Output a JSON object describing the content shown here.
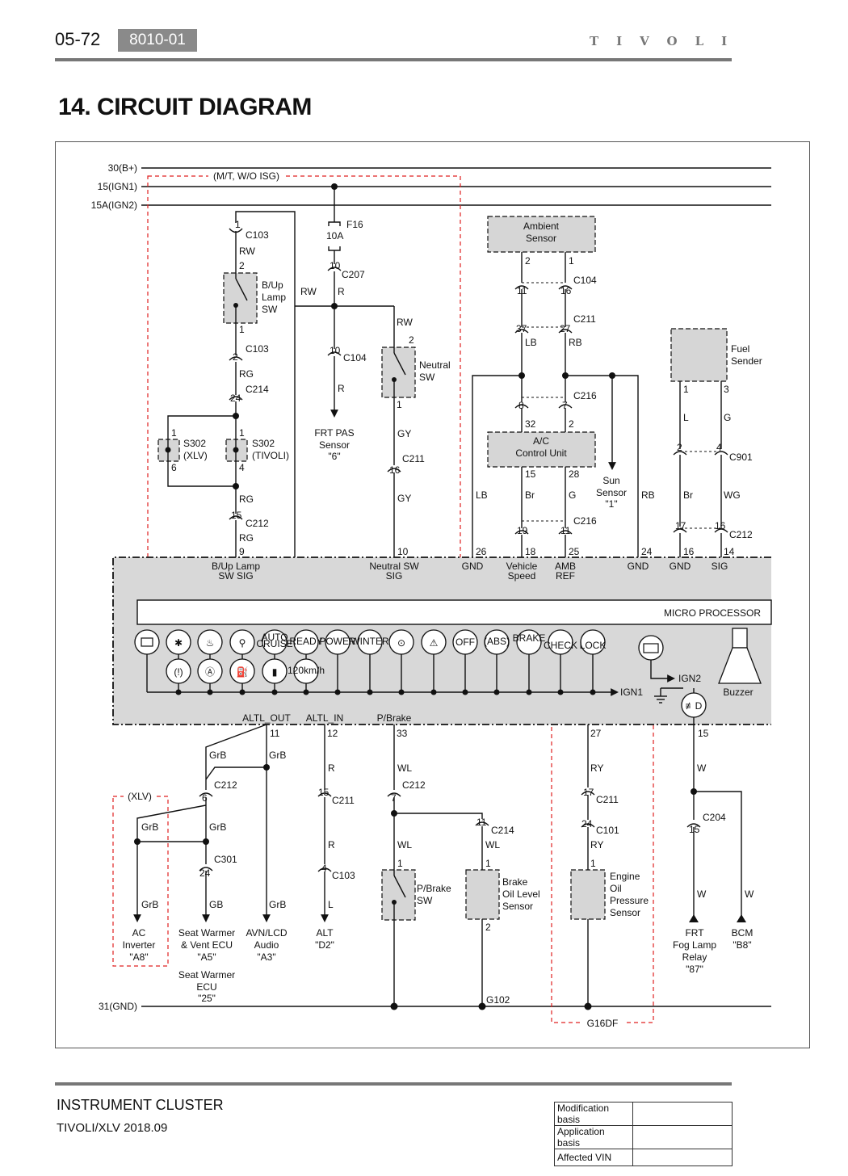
{
  "header": {
    "page_number": "05-72",
    "doc_code": "8010-01",
    "brand": "TIVOLI"
  },
  "title": "14. CIRCUIT DIAGRAM",
  "footer": {
    "section": "INSTRUMENT CLUSTER",
    "model": "TIVOLI/XLV 2018.09",
    "table": [
      {
        "label": "Modification basis",
        "value": ""
      },
      {
        "label": "Application basis",
        "value": ""
      },
      {
        "label": "Affected VIN",
        "value": ""
      }
    ]
  },
  "diagram": {
    "rails": {
      "b_plus": "30(B+)",
      "ign1": "15(IGN1)",
      "ign2": "15A(IGN2)",
      "gnd": "31(GND)"
    },
    "mt_group": "(M/T, W/O ISG)",
    "xlv_group": "(XLV)",
    "fuse": {
      "name": "F16",
      "rating": "10A"
    },
    "components": {
      "bup_lamp_sw": "B/Up Lamp SW",
      "neutral_sw": "Neutral SW",
      "ambient_sensor": "Ambient Sensor",
      "fuel_sender": "Fuel Sender",
      "ac_control": "A/C Control Unit",
      "sun_sensor": "Sun Sensor",
      "sun_sensor_pin": "\"1\"",
      "frt_pas": "FRT PAS Sensor",
      "frt_pas_pin": "\"6\"",
      "s302_xlv": "S302 (XLV)",
      "s302_tivoli": "S302 (TIVOLI)",
      "micro": "MICRO PROCESSOR",
      "buzzer": "Buzzer",
      "pbrake_sw": "P/Brake SW",
      "brake_oil": "Brake Oil Level Sensor",
      "engine_oil": "Engine Oil Pressure Sensor",
      "ac_inverter": "AC Inverter",
      "ac_inverter_pin": "\"A8\"",
      "seat_warmer_1": "Seat Warmer & Vent ECU",
      "seat_warmer_1_pin": "\"A5\"",
      "seat_warmer_2": "Seat Warmer ECU",
      "seat_warmer_2_pin": "\"25\"",
      "avn": "AVN/LCD Audio",
      "avn_pin": "\"A3\"",
      "alt": "ALT",
      "alt_pin": "\"D2\"",
      "frt_fog": "FRT Fog Lamp Relay",
      "frt_fog_pin": "\"87\"",
      "bcm": "BCM",
      "bcm_pin": "\"B8\""
    },
    "cluster_pins": {
      "bup_sig": "B/Up Lamp SW SIG",
      "neutral_sig": "Neutral SW SIG",
      "gnd": "GND",
      "vspeed": "Vehicle Speed",
      "amb_ref": "AMB REF",
      "sig": "SIG",
      "altl_out": "ALTL_OUT",
      "altl_in": "ALTL_IN",
      "pbrake": "P/Brake",
      "ign1": "IGN1",
      "ign2": "IGN2"
    },
    "grounds": {
      "g102": "G102",
      "g16df": "G16DF"
    },
    "indicator_labels": [
      "AUTO CRUISE",
      "READY",
      "POWER",
      "WINTER",
      "OFF",
      "ABS",
      "BRAKE",
      "CHECK",
      "LOCK",
      "120km/h"
    ]
  }
}
